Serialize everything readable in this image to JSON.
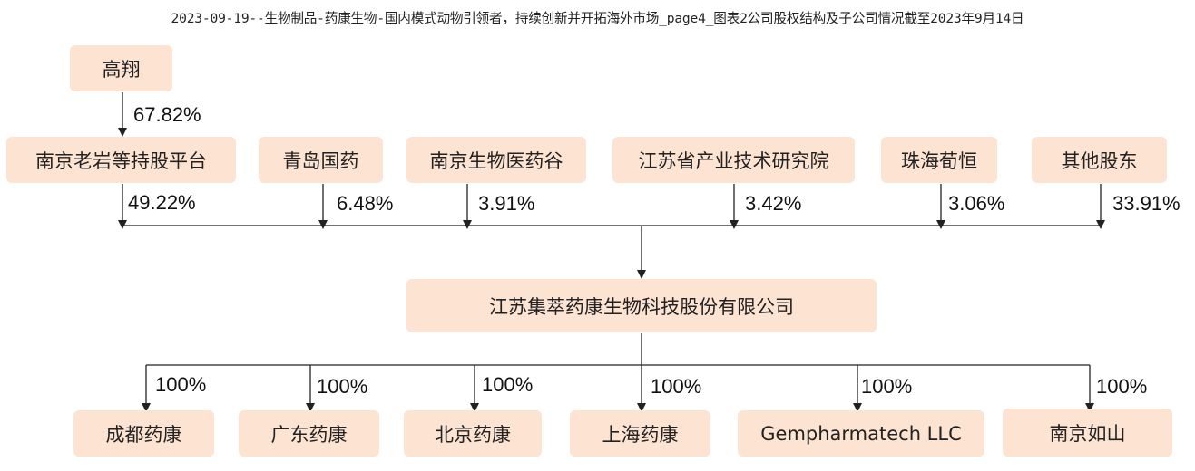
{
  "title": "2023-09-19--生物制品-药康生物-国内模式动物引领者，持续创新并开拓海外市场_page4_图表2公司股权结构及子公司情况截至2023年9月14日",
  "colors": {
    "box_fill": "#fde3d2",
    "line": "#222222"
  },
  "top_holder": {
    "name": "高翔",
    "share": "67.82%"
  },
  "shareholders": [
    {
      "name": "南京老岩等持股平台",
      "share": "49.22%"
    },
    {
      "name": "青岛国药",
      "share": "6.48%"
    },
    {
      "name": "南京生物医药谷",
      "share": "3.91%"
    },
    {
      "name": "江苏省产业技术研究院",
      "share": "3.42%"
    },
    {
      "name": "珠海荀恒",
      "share": "3.06%"
    },
    {
      "name": "其他股东",
      "share": "33.91%"
    }
  ],
  "company": {
    "name": "江苏集萃药康生物科技股份有限公司"
  },
  "subsidiaries": [
    {
      "name": "成都药康",
      "share": "100%"
    },
    {
      "name": "广东药康",
      "share": "100%"
    },
    {
      "name": "北京药康",
      "share": "100%"
    },
    {
      "name": "上海药康",
      "share": "100%"
    },
    {
      "name": "Gempharmatech LLC",
      "share": "100%"
    },
    {
      "name": "南京如山",
      "share": "100%"
    }
  ]
}
